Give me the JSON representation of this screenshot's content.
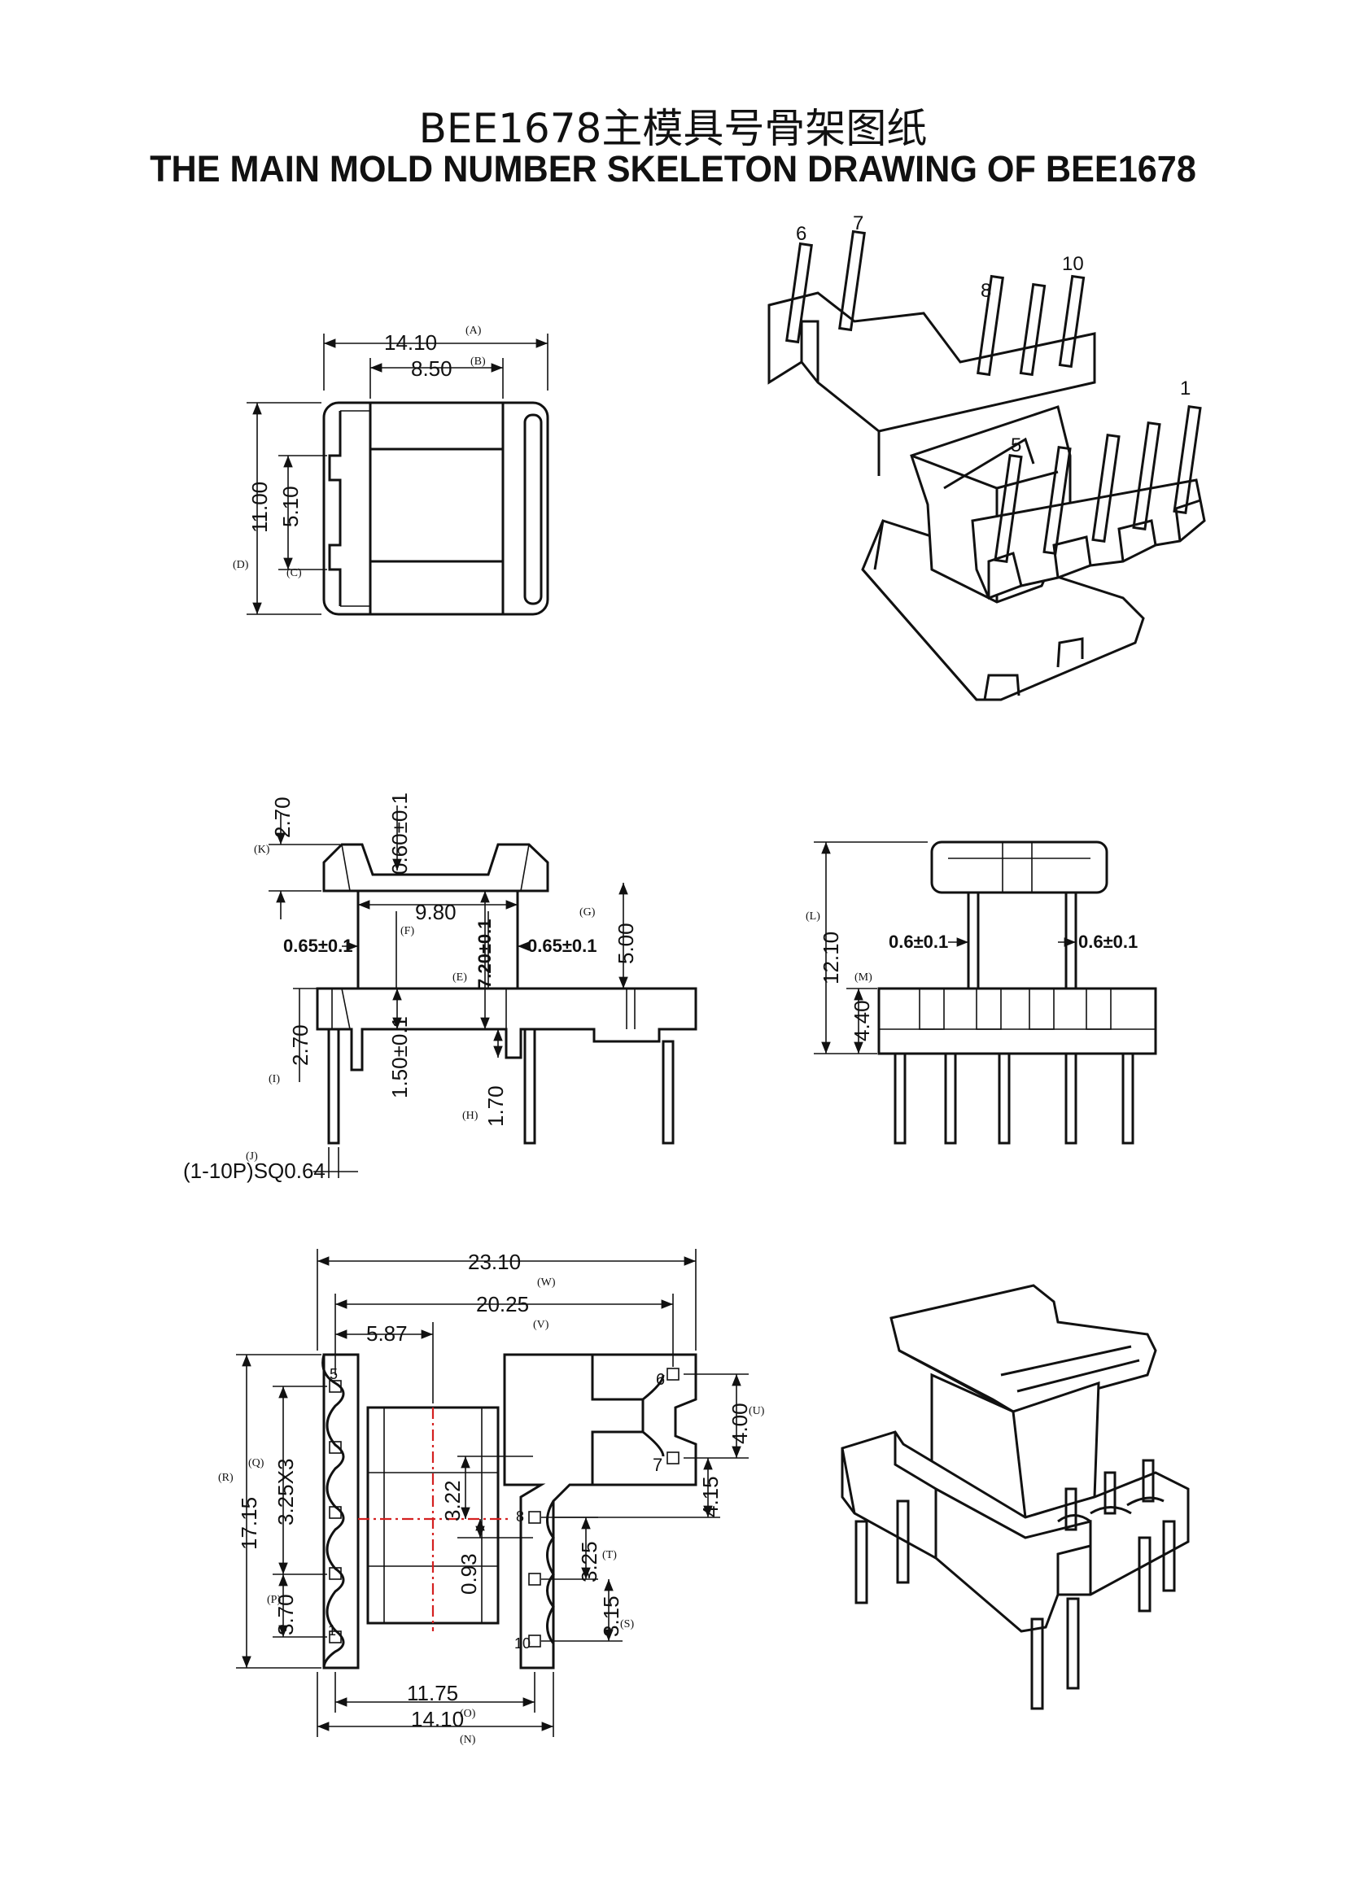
{
  "title": {
    "cn": "BEE1678主模具号骨架图纸",
    "en": "THE MAIN MOLD NUMBER SKELETON DRAWING OF BEE1678"
  },
  "top_view": {
    "dim_width": "14.10",
    "lbl_width": "(A)",
    "dim_inner": "8.50",
    "lbl_inner": "(B)",
    "dim_height": "11.00",
    "lbl_height": "(D)",
    "dim_slot": "5.10",
    "lbl_slot": "(C)"
  },
  "iso_top": {
    "pins": [
      "6",
      "7",
      "8",
      "10",
      "1",
      "5"
    ]
  },
  "front_view": {
    "dim_flange": "2.70",
    "lbl_flange": "(K)",
    "dim_wall": "0.60±0.1",
    "dim_core": "9.80",
    "lbl_core": "(F)",
    "dim_g": "(G)",
    "dim_left_tol": "0.65±0.1",
    "dim_right_tol": "0.65±0.1",
    "dim_win": "7.20±0.1",
    "lbl_win": "(E)",
    "dim_height": "5.00",
    "dim_base": "2.70",
    "lbl_base": "(I)",
    "dim_step": "1.50±0.1",
    "dim_pin_off": "1.70",
    "lbl_pin_off": "(H)",
    "lbl_pin": "(J)",
    "pin_spec": "(1-10P)SQ0.64"
  },
  "side_view": {
    "dim_total": "12.10",
    "lbl_total": "(L)",
    "dim_base": "4.40",
    "lbl_base": "(M)",
    "dim_left_tol": "0.6±0.1",
    "dim_right_tol": "0.6±0.1"
  },
  "bottom_view": {
    "dim_total": "23.10",
    "lbl_total": "(W)",
    "dim_span": "20.25",
    "lbl_span": "(V)",
    "dim_offset": "5.87",
    "dim_height": "17.15",
    "lbl_height": "(R)",
    "dim_pitch": "3.25X3",
    "lbl_pitch": "(Q)",
    "dim_pitch_end": "3.70",
    "lbl_pitch_end": "(P)",
    "dim_u": "4.00",
    "lbl_u": "(U)",
    "dim_415": "4.15",
    "dim_322": "3.22",
    "dim_093": "0.93",
    "dim_325": "3.25",
    "lbl_325": "(T)",
    "dim_315": "3.15",
    "lbl_315": "(S)",
    "dim_1175": "11.75",
    "lbl_1175": "(O)",
    "dim_1410": "14.10",
    "lbl_1410": "(N)",
    "pins": [
      "5",
      "1",
      "6",
      "7",
      "8",
      "10"
    ]
  }
}
